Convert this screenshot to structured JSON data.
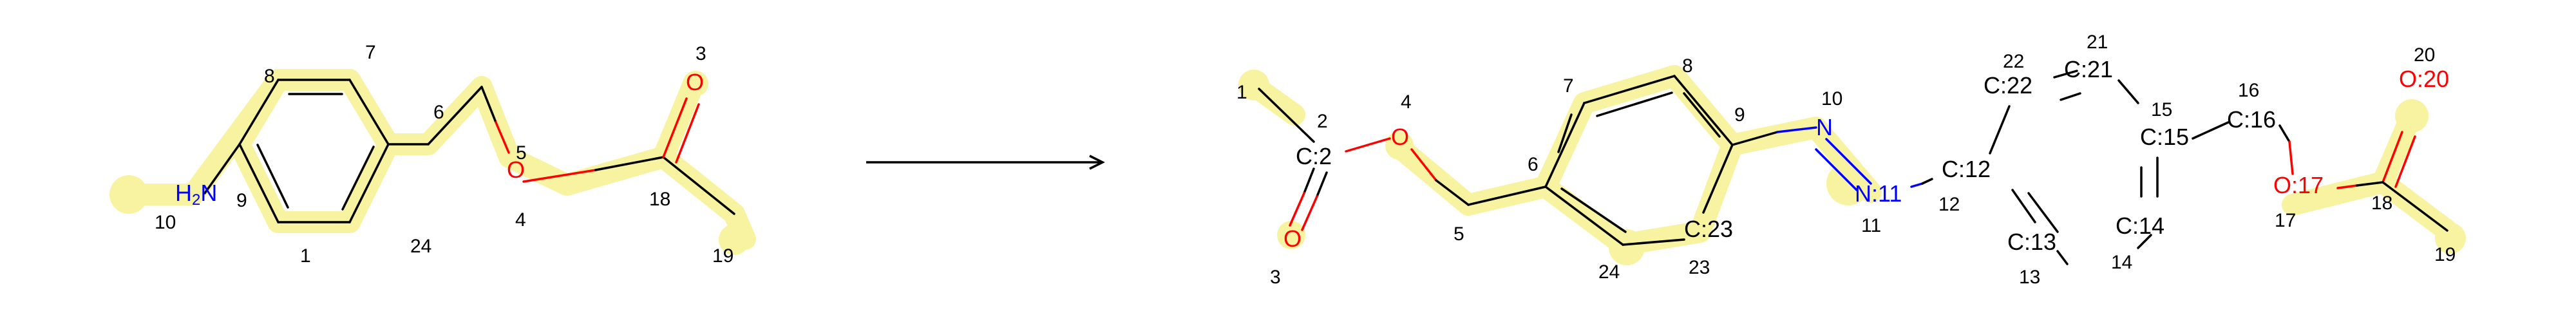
{
  "colors": {
    "background": "#ffffff",
    "bond": "#000000",
    "oxygen": "#ff0000",
    "nitrogen": "#0000ff",
    "highlight": "#f8f3a0",
    "arrow": "#000000"
  },
  "reactant": {
    "atoms": {
      "nh2": {
        "main": "H",
        "sub": "2",
        "tail": "N"
      },
      "o3": "O",
      "o4": "O"
    },
    "indices": {
      "i1": "1",
      "i3": "3",
      "i4": "4",
      "i5": "5",
      "i6": "6",
      "i7": "7",
      "i8": "8",
      "i9": "9",
      "i10": "10",
      "i18": "18",
      "i19": "19",
      "i24": "24"
    }
  },
  "product": {
    "atoms": {
      "o3": "O",
      "o4": "O",
      "c2": "C:2",
      "n10": "N",
      "n11": "N:11",
      "c12": "C:12",
      "c13": "C:13",
      "c14": "C:14",
      "c15": "C:15",
      "c16": "C:16",
      "o17": "O:17",
      "o20": "O:20",
      "c21": "C:21",
      "c22": "C:22",
      "c23": "C:23"
    },
    "indices": {
      "i1": "1",
      "i2": "2",
      "i3": "3",
      "i4": "4",
      "i5": "5",
      "i6": "6",
      "i7": "7",
      "i8": "8",
      "i9": "9",
      "i10": "10",
      "i11": "11",
      "i12": "12",
      "i13": "13",
      "i14": "14",
      "i15": "15",
      "i16": "16",
      "i17": "17",
      "i18": "18",
      "i19": "19",
      "i20": "20",
      "i21": "21",
      "i22": "22",
      "i23": "23",
      "i24": "24"
    }
  }
}
